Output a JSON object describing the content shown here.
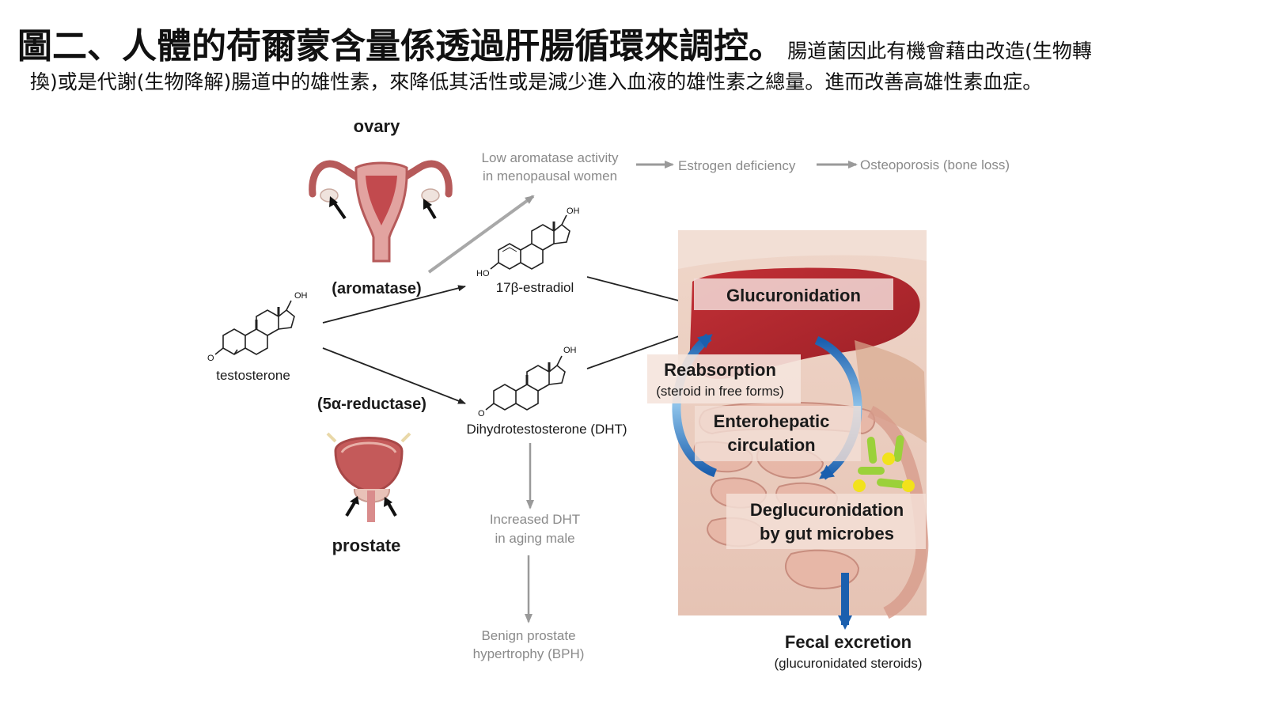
{
  "caption": {
    "title": "圖二、人體的荷爾蒙含量係透過肝腸循環來調控。",
    "line1_rest": "腸道菌因此有機會藉由改造(生物轉",
    "line2": "換)或是代謝(生物降解)腸道中的雄性素，來降低其活性或是減少進入血液的雄性素之總量。進而改善高雄性素血症。"
  },
  "labels": {
    "ovary": "ovary",
    "prostate": "prostate",
    "aromatase": "(aromatase)",
    "reductase": "(5α-reductase)",
    "testosterone": "testosterone",
    "estradiol": "17β-estradiol",
    "dht": "Dihydrotestosterone (DHT)",
    "low_aromatase_1": "Low aromatase activity",
    "low_aromatase_2": "in menopausal women",
    "estrogen_def": "Estrogen deficiency",
    "osteoporosis": "Osteoporosis (bone loss)",
    "increased_dht_1": "Increased DHT",
    "increased_dht_2": "in aging male",
    "bph_1": "Benign prostate",
    "bph_2": "hypertrophy (BPH)",
    "glucuronidation": "Glucuronidation",
    "reabsorption": "Reabsorption",
    "reabsorption_sub": "(steroid in free forms)",
    "enterohepatic_1": "Enterohepatic",
    "enterohepatic_2": "circulation",
    "deglucuronidation_1": "Deglucuronidation",
    "deglucuronidation_2": "by gut microbes",
    "fecal": "Fecal excretion",
    "fecal_sub": "(glucuronidated steroids)",
    "oh": "OH",
    "ho": "HO",
    "o": "O"
  },
  "colors": {
    "gray_text": "#8a8a8a",
    "liver": "#b7282e",
    "arrow_blue": "#1b5fae",
    "microbe_yellow": "#f2e21b",
    "microbe_green": "#9bd13a"
  }
}
